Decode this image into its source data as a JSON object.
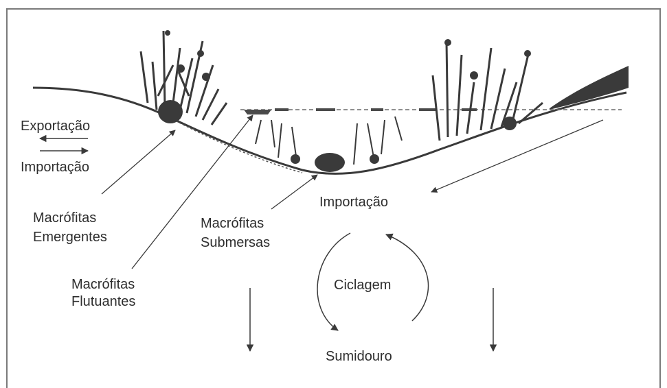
{
  "labels": {
    "exportacao": "Exportação",
    "importacao_left": "Importação",
    "emergentes_line1": "Macrófitas",
    "emergentes_line2": "Emergentes",
    "flutuantes_line1": "Macrófitas",
    "flutuantes_line2": "Flutuantes",
    "submersas_line1": "Macrófitas",
    "submersas_line2": "Submersas",
    "importacao_right": "Importação",
    "ciclagem": "Ciclagem",
    "sumidouro": "Sumidouro"
  },
  "colors": {
    "ink": "#2e2e2e",
    "vegetation": "#3a3a3a",
    "frame": "#7a7a7a",
    "background": "#ffffff"
  }
}
